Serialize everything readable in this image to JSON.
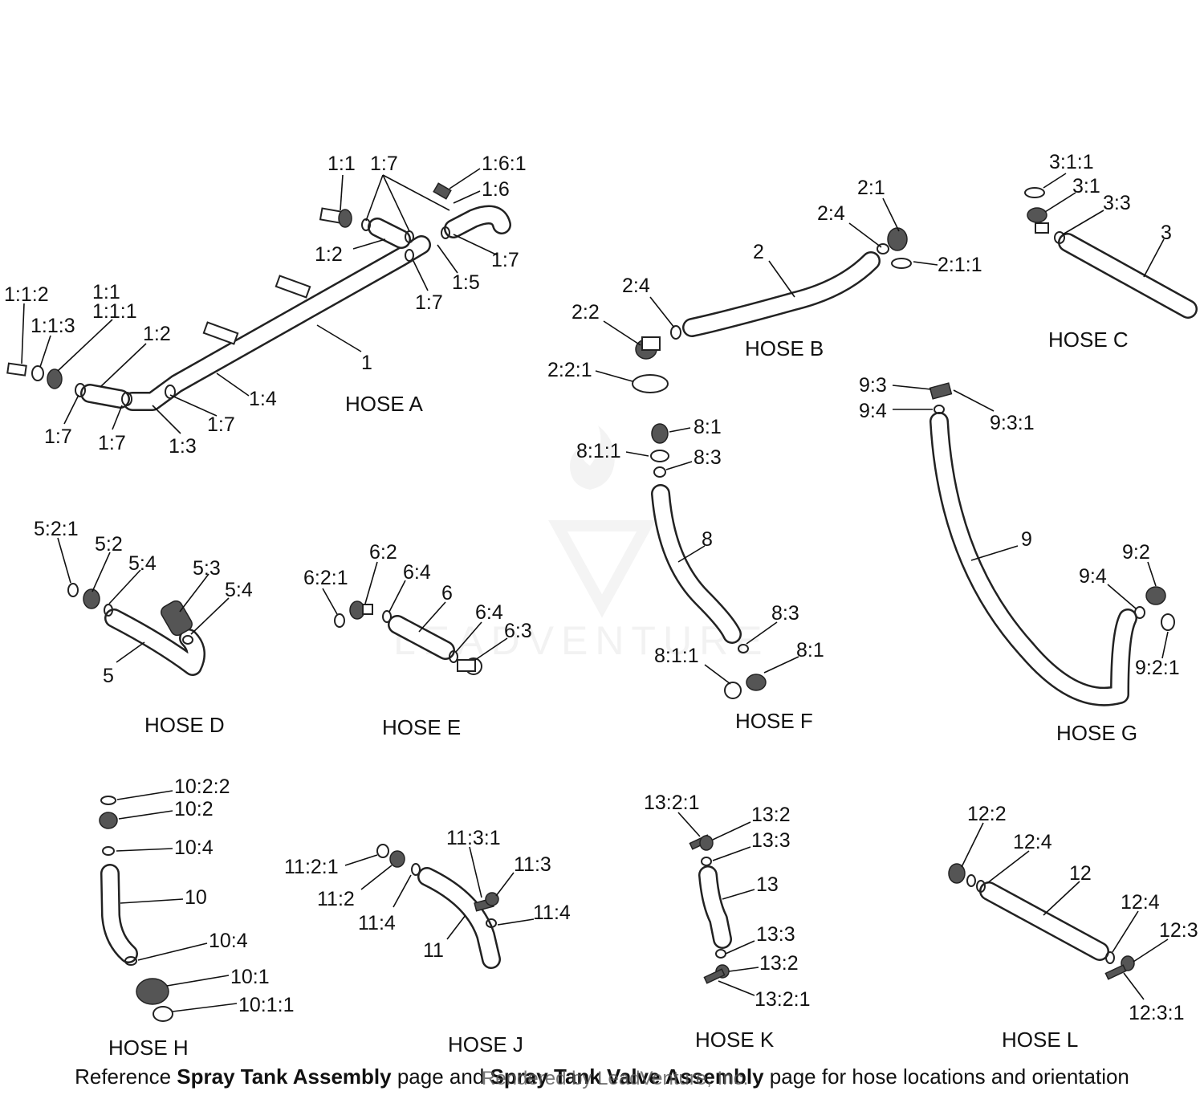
{
  "watermark": "LEADVENTURE",
  "hoses": {
    "a": "HOSE A",
    "b": "HOSE B",
    "c": "HOSE C",
    "d": "HOSE D",
    "e": "HOSE E",
    "f": "HOSE F",
    "g": "HOSE G",
    "h": "HOSE H",
    "j": "HOSE J",
    "k": "HOSE K",
    "l": "HOSE L"
  },
  "callouts": {
    "a": [
      "1:1",
      "1:7",
      "1:6:1",
      "1:6",
      "1:2",
      "1:7",
      "1:5",
      "1:7",
      "1:1:2",
      "1:1",
      "1:1:1",
      "1:1:3",
      "1:2",
      "1",
      "1:4",
      "1:7",
      "1:7",
      "1:7",
      "1:3"
    ],
    "b": [
      "2:1",
      "2:4",
      "2:1:1",
      "2",
      "2:4",
      "2:2",
      "2:2:1"
    ],
    "c": [
      "3:1:1",
      "3:1",
      "3:3",
      "3"
    ],
    "d": [
      "5:2:1",
      "5:2",
      "5:4",
      "5:3",
      "5:4",
      "5"
    ],
    "e": [
      "6:2",
      "6:2:1",
      "6:4",
      "6",
      "6:4",
      "6:3"
    ],
    "f": [
      "8:1",
      "8:1:1",
      "8:3",
      "8",
      "8:3",
      "8:1:1",
      "8:1"
    ],
    "g": [
      "9:3",
      "9:4",
      "9:3:1",
      "9",
      "9:2",
      "9:4",
      "9:2:1"
    ],
    "h": [
      "10:2:2",
      "10:2",
      "10:4",
      "10",
      "10:4",
      "10:1",
      "10:1:1"
    ],
    "j": [
      "11:3:1",
      "11:3",
      "11:2:1",
      "11:2",
      "11:4",
      "11:4",
      "11"
    ],
    "k": [
      "13:2:1",
      "13:2",
      "13:3",
      "13",
      "13:3",
      "13:2",
      "13:2:1"
    ],
    "l": [
      "12:2",
      "12:4",
      "12",
      "12:4",
      "12:3",
      "12:3:1"
    ]
  },
  "footer": {
    "pre": "Reference ",
    "bold1": "Spray Tank Assembly",
    "mid": " page and ",
    "bold2": "Spray Tank Valve Assembly",
    "post": " page for hose locations and orientation",
    "credit": "Rendered by LeadVenture, Inc."
  }
}
